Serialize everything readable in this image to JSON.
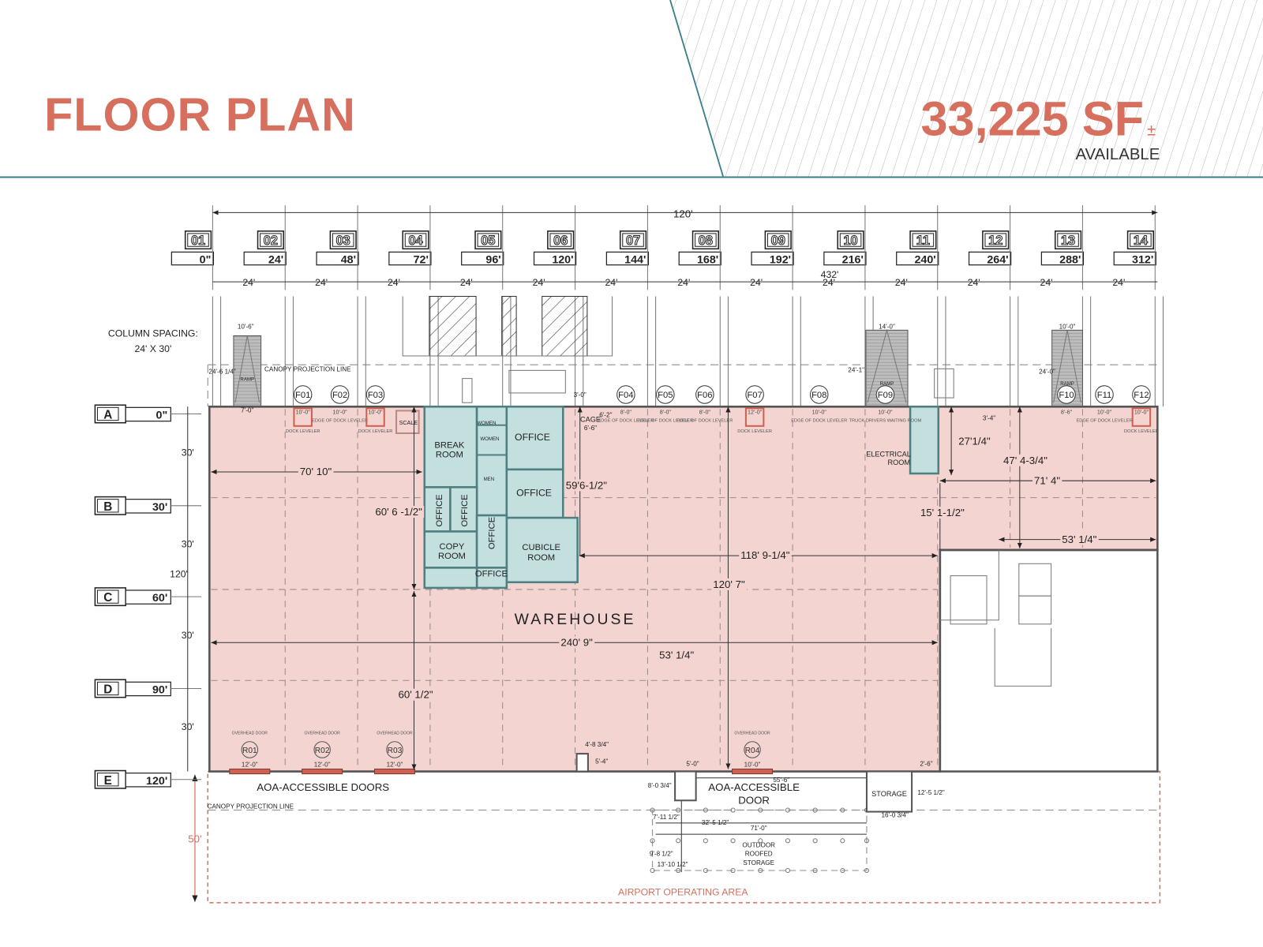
{
  "header": {
    "title": "FLOOR PLAN",
    "area": "33,225 SF",
    "area_suffix": "±",
    "available": "AVAILABLE"
  },
  "colors": {
    "accent": "#d66f5e",
    "teal_line": "#3a7f8c",
    "warehouse_fill": "#f3d4d0",
    "office_fill": "#c3e0df",
    "aoa_border": "#d66f5e"
  },
  "overall": {
    "width_top": "120'",
    "length": "432'",
    "height_left": "120'",
    "aoa_depth": "50'"
  },
  "column_spacing": {
    "line1": "COLUMN SPACING:",
    "line2": "24' X 30'"
  },
  "bay_spacing": "24'",
  "row_spacing": "30'",
  "columns": [
    {
      "id": "01",
      "dist": "0\""
    },
    {
      "id": "02",
      "dist": "24'"
    },
    {
      "id": "03",
      "dist": "48'"
    },
    {
      "id": "04",
      "dist": "72'"
    },
    {
      "id": "05",
      "dist": "96'"
    },
    {
      "id": "06",
      "dist": "120'"
    },
    {
      "id": "07",
      "dist": "144'"
    },
    {
      "id": "08",
      "dist": "168'"
    },
    {
      "id": "09",
      "dist": "192'"
    },
    {
      "id": "10",
      "dist": "216'"
    },
    {
      "id": "11",
      "dist": "240'"
    },
    {
      "id": "12",
      "dist": "264'"
    },
    {
      "id": "13",
      "dist": "288'"
    },
    {
      "id": "14",
      "dist": "312'"
    }
  ],
  "rows": [
    {
      "id": "A",
      "dist": "0\""
    },
    {
      "id": "B",
      "dist": "30'"
    },
    {
      "id": "C",
      "dist": "60'"
    },
    {
      "id": "D",
      "dist": "90'"
    },
    {
      "id": "E",
      "dist": "120'"
    }
  ],
  "docks": [
    {
      "id": "F01",
      "width": "10'-0\"",
      "type": "DOCK LEVELER"
    },
    {
      "id": "F02",
      "width": "10'-0\"",
      "type": "EDGE OF DOCK LEVELER"
    },
    {
      "id": "F03",
      "width": "10'-0\"",
      "type": "DOCK LEVELER"
    },
    {
      "id": "F04",
      "width": "8'-0\"",
      "type": "EDGE OF DOCK LEVELER"
    },
    {
      "id": "F05",
      "width": "8'-0\"",
      "type": "EDGE OF DOCK LEVELER"
    },
    {
      "id": "F06",
      "width": "8'-0\"",
      "type": "EDGE OF DOCK LEVELER"
    },
    {
      "id": "F07",
      "width": "12'-0\"",
      "type": "DOCK LEVELER"
    },
    {
      "id": "F08",
      "width": "10'-0\"",
      "type": "EDGE OF DOCK LEVELER"
    },
    {
      "id": "F09",
      "width": "10'-0\"",
      "type": "TRUCK DRIVERS WAITING ROOM"
    },
    {
      "id": "F10",
      "width": "8'-6\"",
      "type": ""
    },
    {
      "id": "F11",
      "width": "10'-0\"",
      "type": "EDGE OF DOCK LEVELER"
    },
    {
      "id": "F12",
      "width": "10'-0\"",
      "type": "DOCK LEVELER"
    }
  ],
  "overhead_doors": [
    {
      "id": "R01",
      "width": "12'-0\"",
      "type": "OVERHEAD DOOR"
    },
    {
      "id": "R02",
      "width": "12'-0\"",
      "type": "OVERHEAD DOOR"
    },
    {
      "id": "R03",
      "width": "12'-0\"",
      "type": "OVERHEAD DOOR"
    },
    {
      "id": "R04",
      "width": "10'-0\"",
      "type": "OVERHEAD DOOR"
    }
  ],
  "rooms": {
    "warehouse": "WAREHOUSE",
    "break_room_1": "BREAK",
    "break_room_2": "ROOM",
    "women_1": "WOMEN",
    "women_2": "WOMEN",
    "men": "MEN",
    "office_1": "OFFICE",
    "office_2": "OFFICE",
    "office_3": "OFFICE",
    "office_4": "OFFICE",
    "office_5": "OFFICE",
    "office_6": "OFFICE",
    "copy_room_1": "COPY",
    "copy_room_2": "ROOM",
    "cubicle_room_1": "CUBICLE",
    "cubicle_room_2": "ROOM",
    "electrical_1": "ELECTRICAL",
    "electrical_2": "ROOM",
    "storage": "STORAGE",
    "scale": "SCALE",
    "cage": "CAGE",
    "ramp": "RAMP",
    "outdoor_1": "OUTDOOR",
    "outdoor_2": "ROOFED",
    "outdoor_3": "STORAGE"
  },
  "labels": {
    "canopy": "CANOPY PROJECTION LINE",
    "aoa_doors": "AOA-ACCESSIBLE DOORS",
    "aoa_door_1": "AOA-ACCESSIBLE",
    "aoa_door_2": "DOOR",
    "airport_area": "AIRPORT OPERATING AREA"
  },
  "dimensions": {
    "d_70_10": "70' 10\"",
    "d_60_6": "60' 6 -1/2\"",
    "d_59_6": "59'6-1/2\"",
    "d_118_9": "118' 9-1/4\"",
    "d_120_7": "120' 7\"",
    "d_240_9": "240' 9\"",
    "d_53_a": "53' 1/4\"",
    "d_60_1": "60' 1/2\"",
    "d_27": "27'1/4\"",
    "d_47": "47' 4-3/4\"",
    "d_71_4": "71' 4\"",
    "d_15": "15' 1-1/2\"",
    "d_53_b": "53' 1/4\"",
    "d_3_4": "3'-4\"",
    "d_3_0": "3'-0\"",
    "d_6_2": "6'-2\"",
    "d_6_6": "6'-6\"",
    "ramp1_w": "10'-6\"",
    "ramp1_b": "7'-0\"",
    "ramp1_h": "24'-6 1/4\"",
    "ramp2_w": "14'-0\"",
    "ramp2_h": "24'-1\"",
    "ramp3_w": "10'-0\"",
    "ramp3_h": "24'-0\"",
    "b_4_8": "4'-8 3/4\"",
    "b_5_4": "5'-4\"",
    "b_5_0": "5'-0\"",
    "b_8_0": "8'-0 3/4\"",
    "b_55_6": "55'-6\"",
    "b_2_6": "2'-6\"",
    "b_12_5": "12'-5 1/2\"",
    "b_16_0": "16'-0 3/4\"",
    "b_7_11": "7'-11 1/2\"",
    "b_32_5": "32'-5 1/2\"",
    "b_71_0": "71'-0\"",
    "b_9_8": "9'-8 1/2\"",
    "b_13_10": "13'-10 1/2\""
  }
}
